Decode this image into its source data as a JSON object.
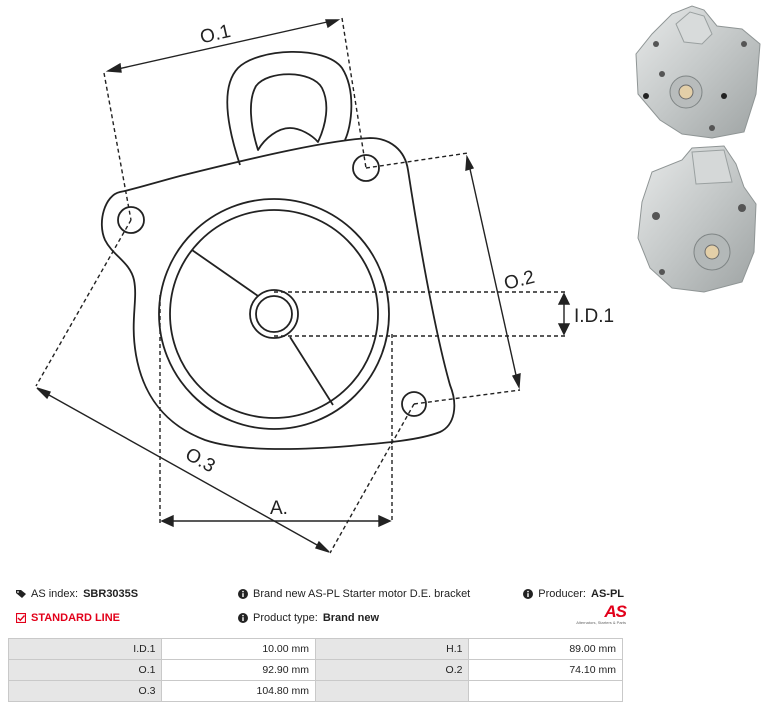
{
  "drawing": {
    "labels": {
      "o1": "O.1",
      "o2": "O.2",
      "o3": "O.3",
      "id1": "I.D.1",
      "a": "A."
    }
  },
  "photos": {
    "top": "bracket-photo-front",
    "bottom": "bracket-photo-back"
  },
  "info": {
    "as_index_label": "AS index:",
    "as_index_value": "SBR3035S",
    "standard_line": "STANDARD LINE",
    "description": "Brand new AS-PL Starter motor D.E. bracket",
    "product_type_label": "Product type:",
    "product_type_value": "Brand new",
    "producer_label": "Producer:",
    "producer_value": "AS-PL",
    "logo_text": "AS",
    "logo_tagline": "Alternators, Starters & Parts"
  },
  "specs": [
    {
      "k1": "I.D.1",
      "v1": "10.00 mm",
      "k2": "H.1",
      "v2": "89.00 mm"
    },
    {
      "k1": "O.1",
      "v1": "92.90 mm",
      "k2": "O.2",
      "v2": "74.10 mm"
    },
    {
      "k1": "O.3",
      "v1": "104.80 mm",
      "k2": "",
      "v2": ""
    }
  ],
  "colors": {
    "accent": "#e2001a",
    "table_key_bg": "#e6e6e6",
    "line": "#222222"
  }
}
